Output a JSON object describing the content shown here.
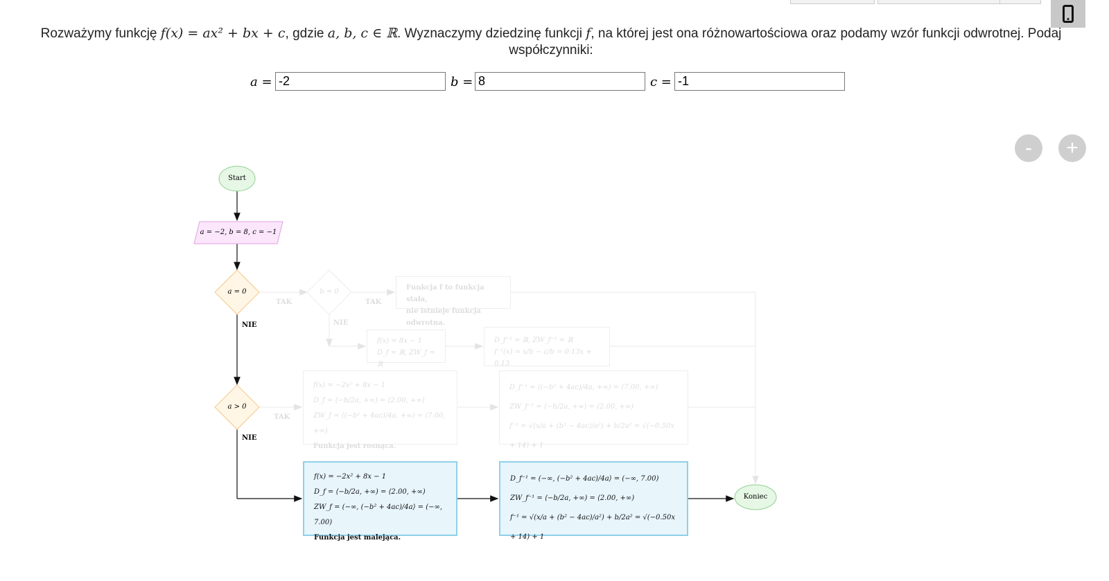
{
  "question": {
    "text_before": "Rozważymy funkcję ",
    "formula": "f(x) = ax² + bx + c",
    "text_mid": ", gdzie ",
    "set": "a, b, c ∈ ℝ",
    "text_after": ". Wyznaczymy dziedzinę funkcji ",
    "f": "f",
    "text_end": ", na której jest ona różnowartościowa oraz podamy wzór funkcji odwrotnej. Podaj współczynniki:"
  },
  "inputs": {
    "a_label": "a =",
    "a_value": "-2",
    "b_label": "b =",
    "b_value": "8",
    "c_label": "c =",
    "c_value": "-1"
  },
  "zoom": {
    "minus": "-",
    "plus": "+"
  },
  "flow": {
    "start": "Start",
    "end": "Koniec",
    "input": "a = −2, b = 8, c = −1",
    "cond_a0": "a = 0",
    "cond_b0": "b = 0",
    "cond_agt0": "a > 0",
    "tak": "TAK",
    "nie": "NIE",
    "const_box": [
      "Funkcja f to funkcja stała,",
      "nie istnieje funkcja odwrotna."
    ],
    "linear_box": [
      "f(x) = 8x − 1",
      "D_f = ℝ, ZW_f = ℝ"
    ],
    "linear_inv": [
      "D_f⁻¹ = ℝ, ZW_f⁻¹ = ℝ",
      "f⁻¹(x) = x/b − c/b = 0.13x + 0.13"
    ],
    "inc_box": [
      "f(x) = −2x² + 8x − 1",
      "D_f = ⟨−b/2a, +∞) = ⟨2.00, +∞)",
      "ZW_f = ⟨(−b² + 4ac)/4a, +∞) = ⟨7.00, +∞)",
      "Funkcja jest rosnąca."
    ],
    "inc_inv": [
      "D_f⁻¹ = ⟨(−b² + 4ac)/4a, +∞) = ⟨7.00, +∞)",
      "ZW_f⁻¹ = ⟨−b/2a, +∞) = ⟨2.00, +∞)",
      "f⁻¹ = √(x/a + (b² − 4ac)/a²) + b/2a² = √(−0.50x + 14) + 1"
    ],
    "dec_box": [
      "f(x) = −2x² + 8x − 1",
      "D_f = ⟨−b/2a, +∞) = ⟨2.00, +∞)",
      "ZW_f = (−∞, (−b² + 4ac)/4a⟩ = (−∞, 7.00)",
      "Funkcja jest malejąca."
    ],
    "dec_inv": [
      "D_f⁻¹ = (−∞, (−b² + 4ac)/4a⟩ = (−∞, 7.00)",
      "ZW_f⁻¹ = ⟨−b/2a, +∞) = ⟨2.00, +∞)",
      "f⁻¹ = √(x/a + (b² − 4ac)/a²) + b/2a² = √(−0.50x + 14) + 1"
    ]
  }
}
